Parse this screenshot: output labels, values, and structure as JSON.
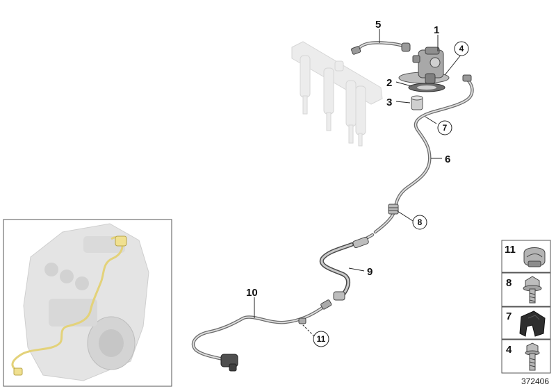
{
  "diagram": {
    "callouts": {
      "c1": "1",
      "c2": "2",
      "c3": "3",
      "c4": "4",
      "c5": "5",
      "c6": "6",
      "c7": "7",
      "c8": "8",
      "c9": "9",
      "c10": "10",
      "c11": "11"
    },
    "legend": [
      {
        "number": "11",
        "icon": "hose-clip-icon"
      },
      {
        "number": "8",
        "icon": "flange-bolt-icon"
      },
      {
        "number": "7",
        "icon": "rubber-grommet-icon"
      },
      {
        "number": "4",
        "icon": "hex-bolt-icon"
      }
    ],
    "doc_number": "372406",
    "colors": {
      "engine_inset_highlight": "#e3d27a",
      "part_line": "#4a4a4a",
      "ghost_part": "#ececec"
    }
  }
}
